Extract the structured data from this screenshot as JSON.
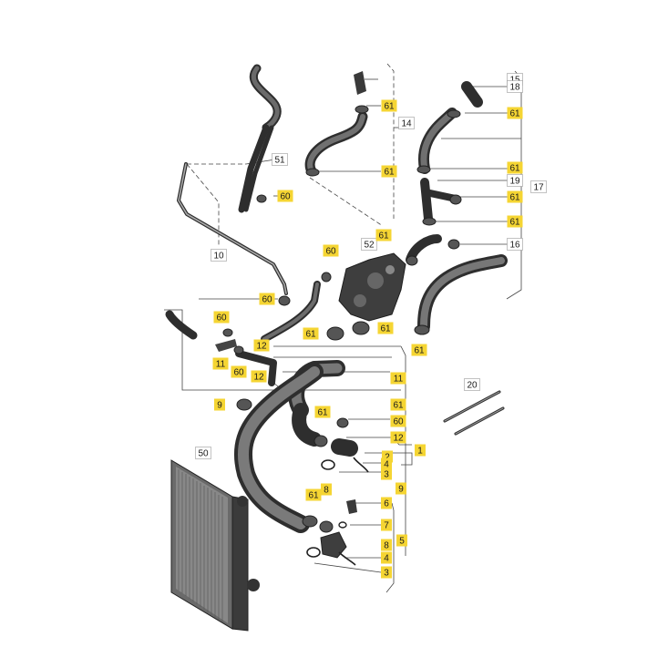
{
  "colors": {
    "part_fill": "#4a4a4a",
    "part_dark": "#2b2b2b",
    "label_highlight": "#f5d533",
    "line": "#333333",
    "label_border": "#9a9a9a"
  },
  "callouts": [
    {
      "id": "c15",
      "text": "15",
      "highlight": false
    },
    {
      "id": "c61a",
      "text": "61",
      "highlight": true
    },
    {
      "id": "c14",
      "text": "14",
      "highlight": false
    },
    {
      "id": "c61b",
      "text": "61",
      "highlight": true
    },
    {
      "id": "c18",
      "text": "18",
      "highlight": false
    },
    {
      "id": "c61c",
      "text": "61",
      "highlight": true
    },
    {
      "id": "c61d",
      "text": "61",
      "highlight": true
    },
    {
      "id": "c19",
      "text": "19",
      "highlight": false
    },
    {
      "id": "c61e",
      "text": "61",
      "highlight": true
    },
    {
      "id": "c17",
      "text": "17",
      "highlight": false
    },
    {
      "id": "c61f",
      "text": "61",
      "highlight": true
    },
    {
      "id": "c16",
      "text": "16",
      "highlight": false
    },
    {
      "id": "c51",
      "text": "51",
      "highlight": false
    },
    {
      "id": "c60a",
      "text": "60",
      "highlight": true
    },
    {
      "id": "c10",
      "text": "10",
      "highlight": false
    },
    {
      "id": "c60b",
      "text": "60",
      "highlight": true
    },
    {
      "id": "c52",
      "text": "52",
      "highlight": false
    },
    {
      "id": "c61g",
      "text": "61",
      "highlight": true
    },
    {
      "id": "c60c",
      "text": "60",
      "highlight": true
    },
    {
      "id": "c60d",
      "text": "60",
      "highlight": true
    },
    {
      "id": "c61h",
      "text": "61",
      "highlight": true
    },
    {
      "id": "c61i",
      "text": "61",
      "highlight": true
    },
    {
      "id": "c61j",
      "text": "61",
      "highlight": true
    },
    {
      "id": "c12a",
      "text": "12",
      "highlight": true
    },
    {
      "id": "c11a",
      "text": "11",
      "highlight": true
    },
    {
      "id": "c60e",
      "text": "60",
      "highlight": true
    },
    {
      "id": "c12b",
      "text": "12",
      "highlight": true
    },
    {
      "id": "c11b",
      "text": "11",
      "highlight": true
    },
    {
      "id": "c9a",
      "text": "9",
      "highlight": true
    },
    {
      "id": "c61k",
      "text": "61",
      "highlight": true
    },
    {
      "id": "c61l",
      "text": "61",
      "highlight": true
    },
    {
      "id": "c60f",
      "text": "60",
      "highlight": true
    },
    {
      "id": "c12c",
      "text": "12",
      "highlight": true
    },
    {
      "id": "c1",
      "text": "1",
      "highlight": true
    },
    {
      "id": "c2",
      "text": "2",
      "highlight": true
    },
    {
      "id": "c4a",
      "text": "4",
      "highlight": true
    },
    {
      "id": "c3a",
      "text": "3",
      "highlight": true
    },
    {
      "id": "c9b",
      "text": "9",
      "highlight": true
    },
    {
      "id": "c20",
      "text": "20",
      "highlight": false
    },
    {
      "id": "c50",
      "text": "50",
      "highlight": false
    },
    {
      "id": "c8a",
      "text": "8",
      "highlight": true
    },
    {
      "id": "c61m",
      "text": "61",
      "highlight": true
    },
    {
      "id": "c6",
      "text": "6",
      "highlight": true
    },
    {
      "id": "c7",
      "text": "7",
      "highlight": true
    },
    {
      "id": "c8b",
      "text": "8",
      "highlight": true
    },
    {
      "id": "c5",
      "text": "5",
      "highlight": true
    },
    {
      "id": "c4b",
      "text": "4",
      "highlight": true
    },
    {
      "id": "c3b",
      "text": "3",
      "highlight": true
    }
  ]
}
